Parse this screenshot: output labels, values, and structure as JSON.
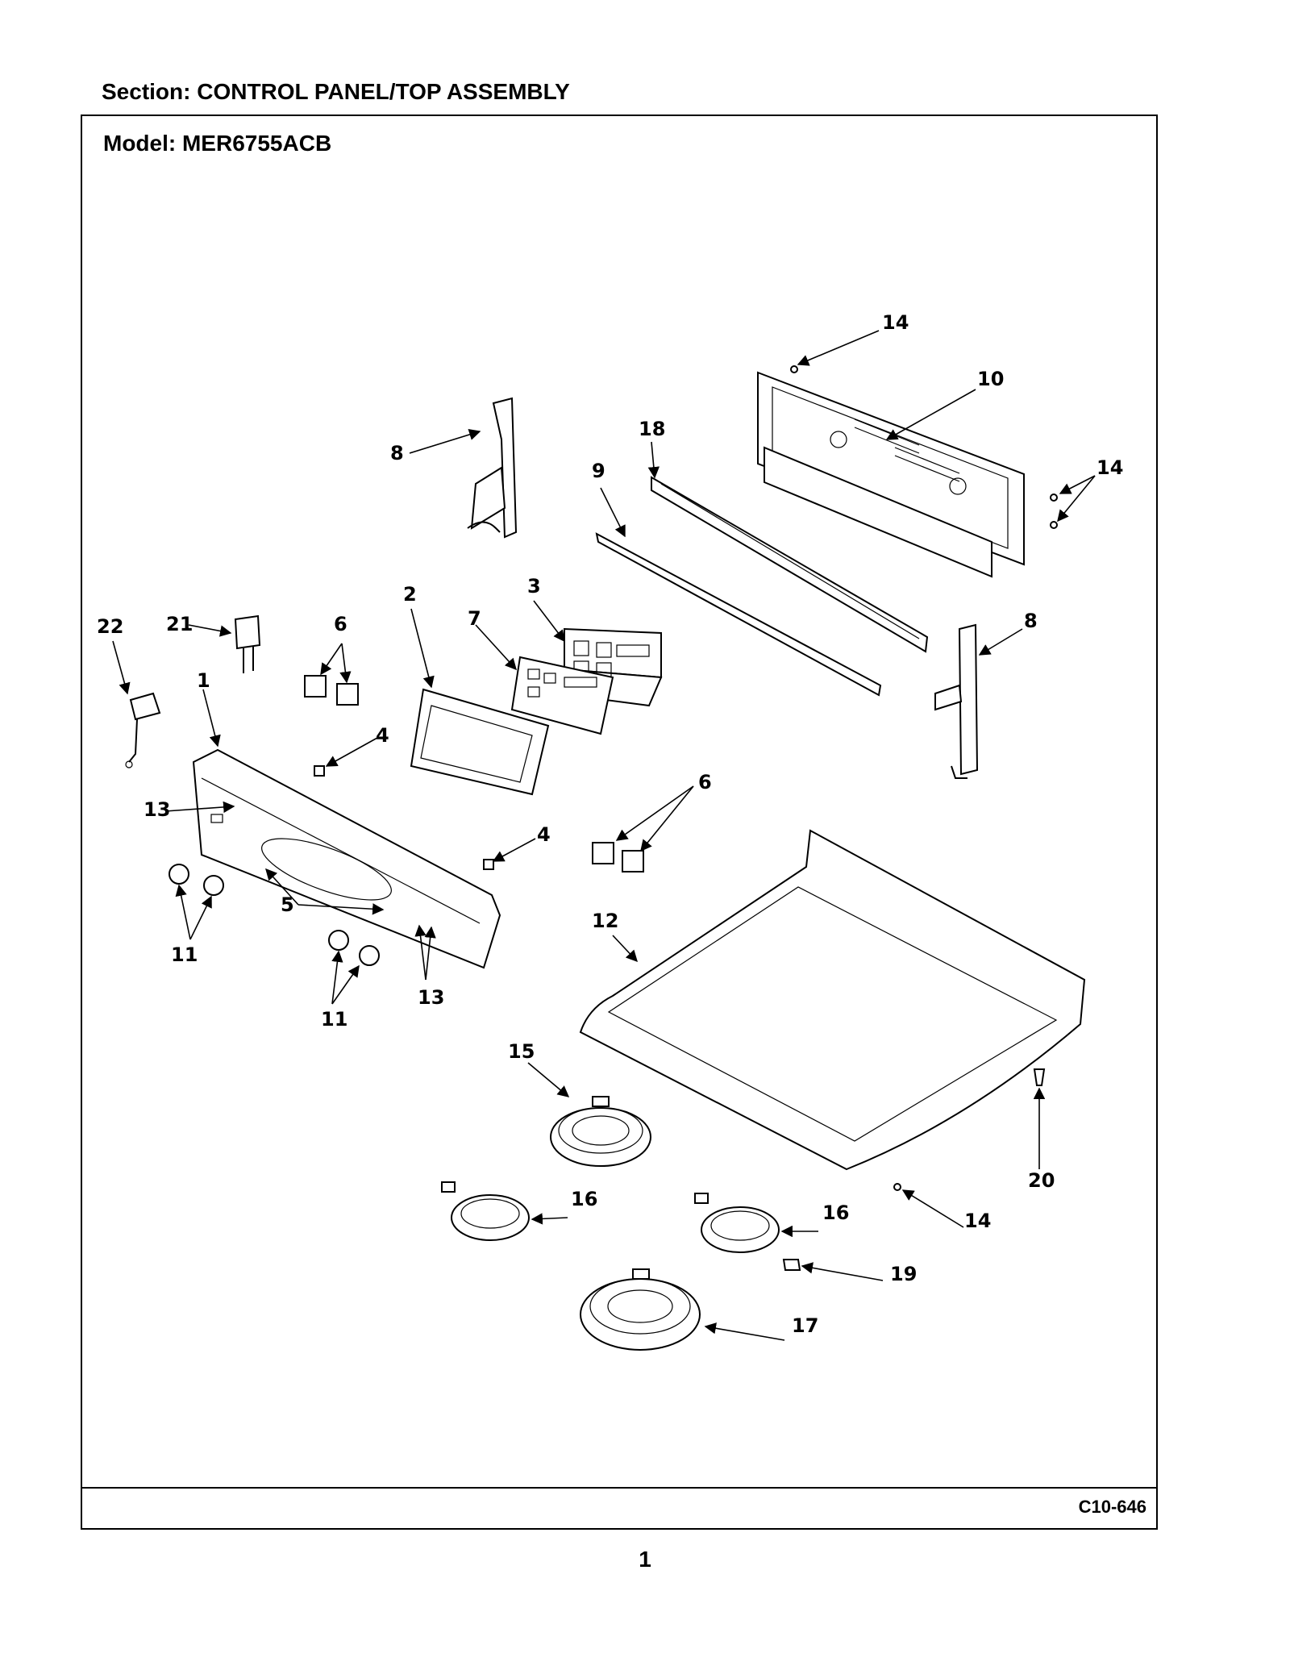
{
  "header": {
    "section_title": "Section:  CONTROL PANEL/TOP ASSEMBLY"
  },
  "frame": {
    "model_title": "Model:  MER6755ACB",
    "doc_code": "C10-646"
  },
  "footer": {
    "page_number": "1"
  },
  "callouts": {
    "c14_top": "14",
    "c10": "10",
    "c18": "18",
    "c8_left": "8",
    "c9": "9",
    "c14_right": "14",
    "c22": "22",
    "c21": "21",
    "c6_top": "6",
    "c2": "2",
    "c7": "7",
    "c3": "3",
    "c8_right": "8",
    "c1": "1",
    "c4_top": "4",
    "c13_left": "13",
    "c6_mid": "6",
    "c4_mid": "4",
    "c5": "5",
    "c11_left": "11",
    "c12": "12",
    "c13_bottom": "13",
    "c11_bottom": "11",
    "c15": "15",
    "c20": "20",
    "c16_left": "16",
    "c16_right": "16",
    "c14_bottom": "14",
    "c19": "19",
    "c17": "17"
  }
}
